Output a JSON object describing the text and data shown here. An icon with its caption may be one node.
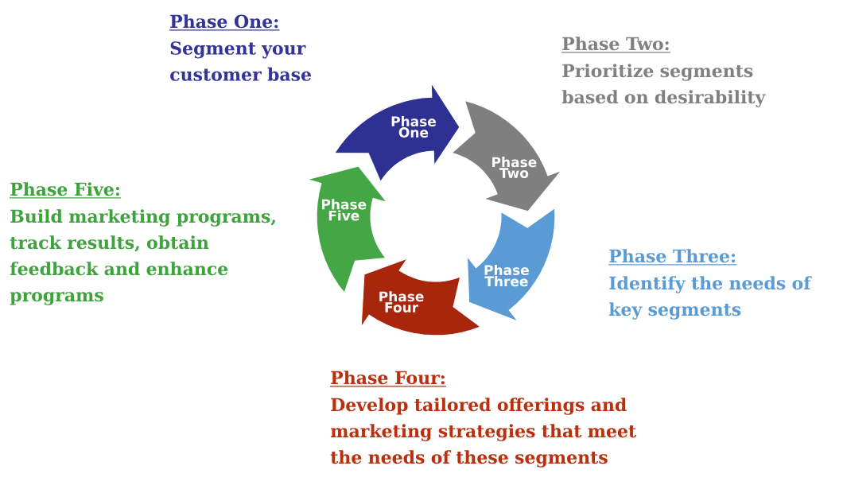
{
  "diagram": {
    "nodes": [
      {
        "text": [
          "Phase One"
        ],
        "beside": [
          "Phase One:",
          "Segment your customer base"
        ]
      },
      {
        "text": [
          "Phase Two"
        ],
        "beside": [
          "Phase Two:",
          "Prioritize segments based on desirability"
        ]
      },
      {
        "text": [
          "Phase Three"
        ],
        "beside": [
          "Phase Three:",
          "Identify the needs of key segments"
        ]
      },
      {
        "text": [
          "Phase Four"
        ],
        "beside": [
          "Phase Four:",
          "Develop tailored offerings and marketing strategies that meet the needs of these segments"
        ]
      },
      {
        "text": [
          "Phase Five"
        ],
        "beside": [
          "Phase Five:",
          "Build marketing programs, track results, obtain feedback and enhance programs"
        ]
      }
    ]
  }
}
